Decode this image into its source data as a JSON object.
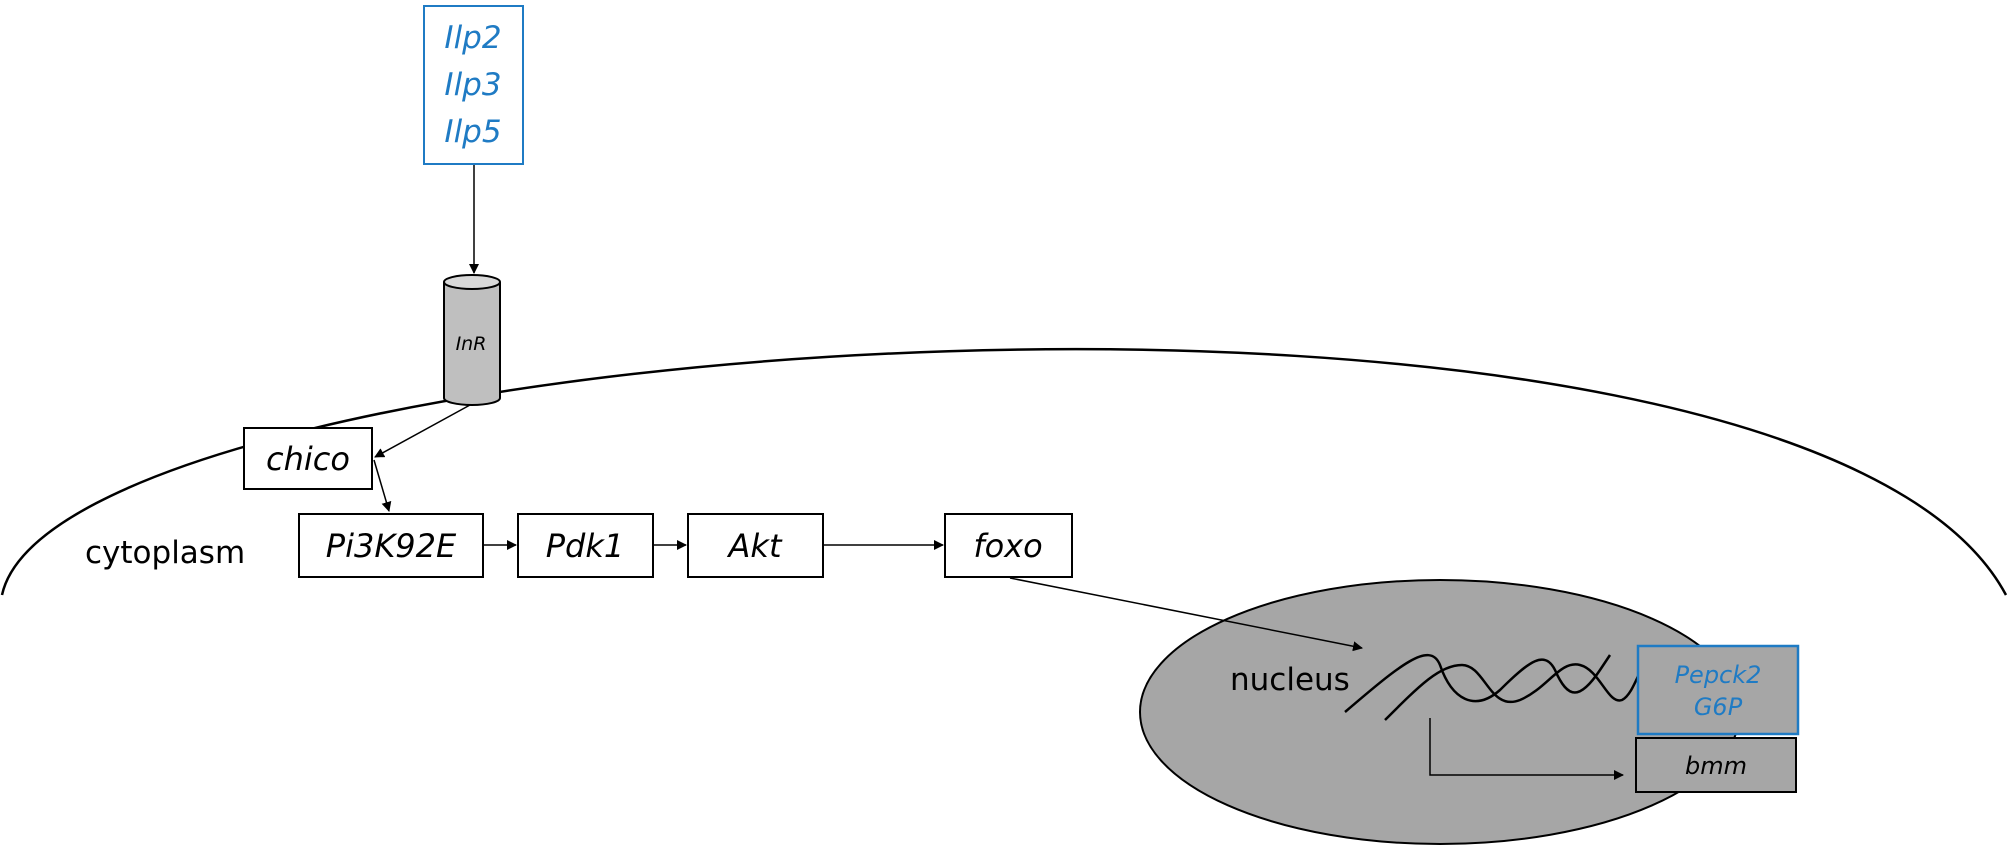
{
  "ligands": [
    "Ilp2",
    "Ilp3",
    "Ilp5"
  ],
  "receptor": "InR",
  "pathway": {
    "chico": "chico",
    "pi3k": "Pi3K92E",
    "pdk1": "Pdk1",
    "akt": "Akt",
    "foxo": "foxo"
  },
  "compartments": {
    "cytoplasm": "cytoplasm",
    "nucleus": "nucleus"
  },
  "targets": {
    "blue_genes": [
      "Pepck2",
      "G6P"
    ],
    "bmm": "bmm"
  },
  "colors": {
    "blue": "#1f7bc4",
    "nucleus_fill": "#a6a6a6",
    "receptor_fill": "#bfbfbf",
    "bmm_fill": "#a6a6a6",
    "line": "#000000"
  }
}
